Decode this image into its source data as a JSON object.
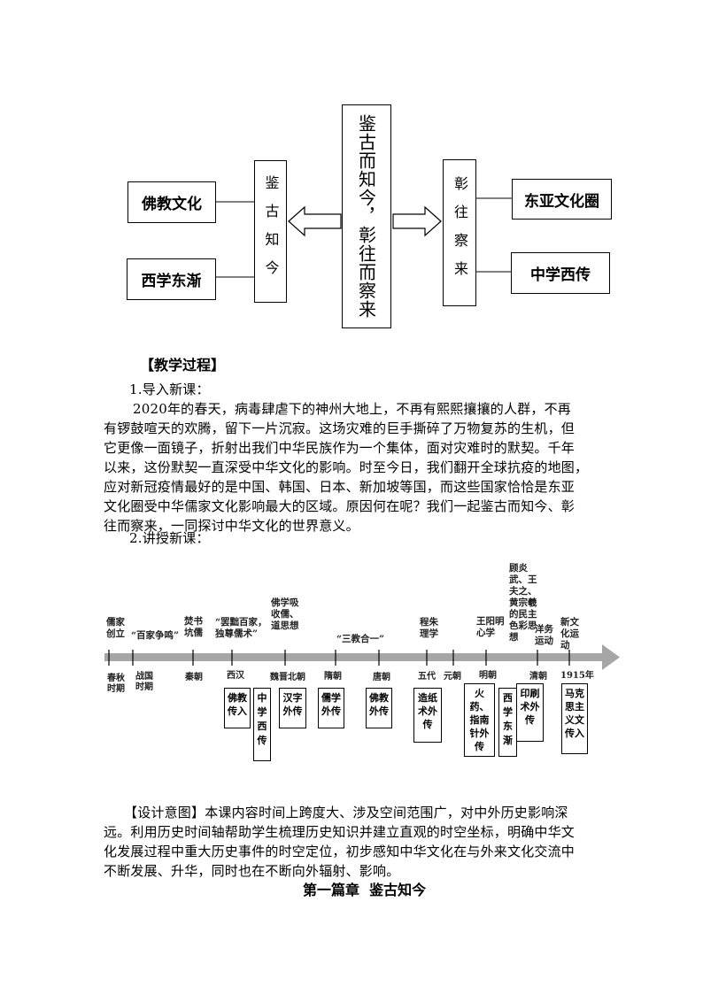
{
  "concept_map": {
    "center": "鉴古而知今，彰往而察来",
    "left": "鉴古知今",
    "right": "彰往察来",
    "left_items": [
      "佛教文化",
      "西学东渐"
    ],
    "right_items": [
      "东亚文化圈",
      "中学西传"
    ]
  },
  "section_heading": "【教学过程】",
  "intro": {
    "label": "1.导入新课：",
    "lines": [
      "2020年的春天，病毒肆虐下的神州大地上，不再有熙熙攘攘的人群，不再",
      "有锣鼓喧天的欢腾，留下一片沉寂。这场灾难的巨手撕碎了万物复苏的生机，但",
      "它更像一面镜子，折射出我们中华民族作为一个集体，面对灾难时的默契。千年",
      "以来，这份默契一直深受中华文化的影响。时至今日，我们翻开全球抗疫的地图，",
      "应对新冠疫情最好的是中国、韩国、日本、新加坡等国，而这些国家恰恰是东亚",
      "文化圈受中华儒家文化影响最大的区域。原因何在呢？我们一起鉴古而知今、彰",
      "往而察来，一同探讨中华文化的世界意义。"
    ]
  },
  "new_lesson_label": "2.讲授新课：",
  "timeline": {
    "top_labels": [
      "儒家创立",
      "“百家争鸣”",
      "焚书坑儒",
      "“罢黜百家，独尊儒术”",
      "佛学吸收儒、道思想",
      "“三教合一”",
      "程朱理学",
      "王阳明心学",
      "顾炎武、王夫之、黄宗羲的民主色彩思想",
      "洋务运动",
      "新文化运动"
    ],
    "eras": [
      "春秋时期",
      "战国时期",
      "秦朝",
      "西汉",
      "魏晋北朝",
      "隋朝",
      "唐朝",
      "五代",
      "元朝",
      "明朝",
      "清朝",
      "1915年"
    ],
    "events": [
      "佛教传入",
      "中学西传",
      "汉字外传",
      "儒学外传",
      "佛教外传",
      "造纸术外传",
      "火药、指南针外传",
      "西学东渐",
      "印刷术外传",
      "马克思主义文传入"
    ]
  },
  "design_intent": {
    "lines": [
      "【设计意图】本课内容时间上跨度大、涉及空间范围广，对中外历史影响深",
      "远。利用历史时间轴帮助学生梳理历史知识并建立直观的时空坐标，明确中华文",
      "化发展过程中重大历史事件的时空定位，初步感知中华文化在与外来文化交流中",
      "不断发展、升华，同时也在不断向外辐射、影响。"
    ]
  },
  "chapter_title": "第一篇章  鉴古知今"
}
